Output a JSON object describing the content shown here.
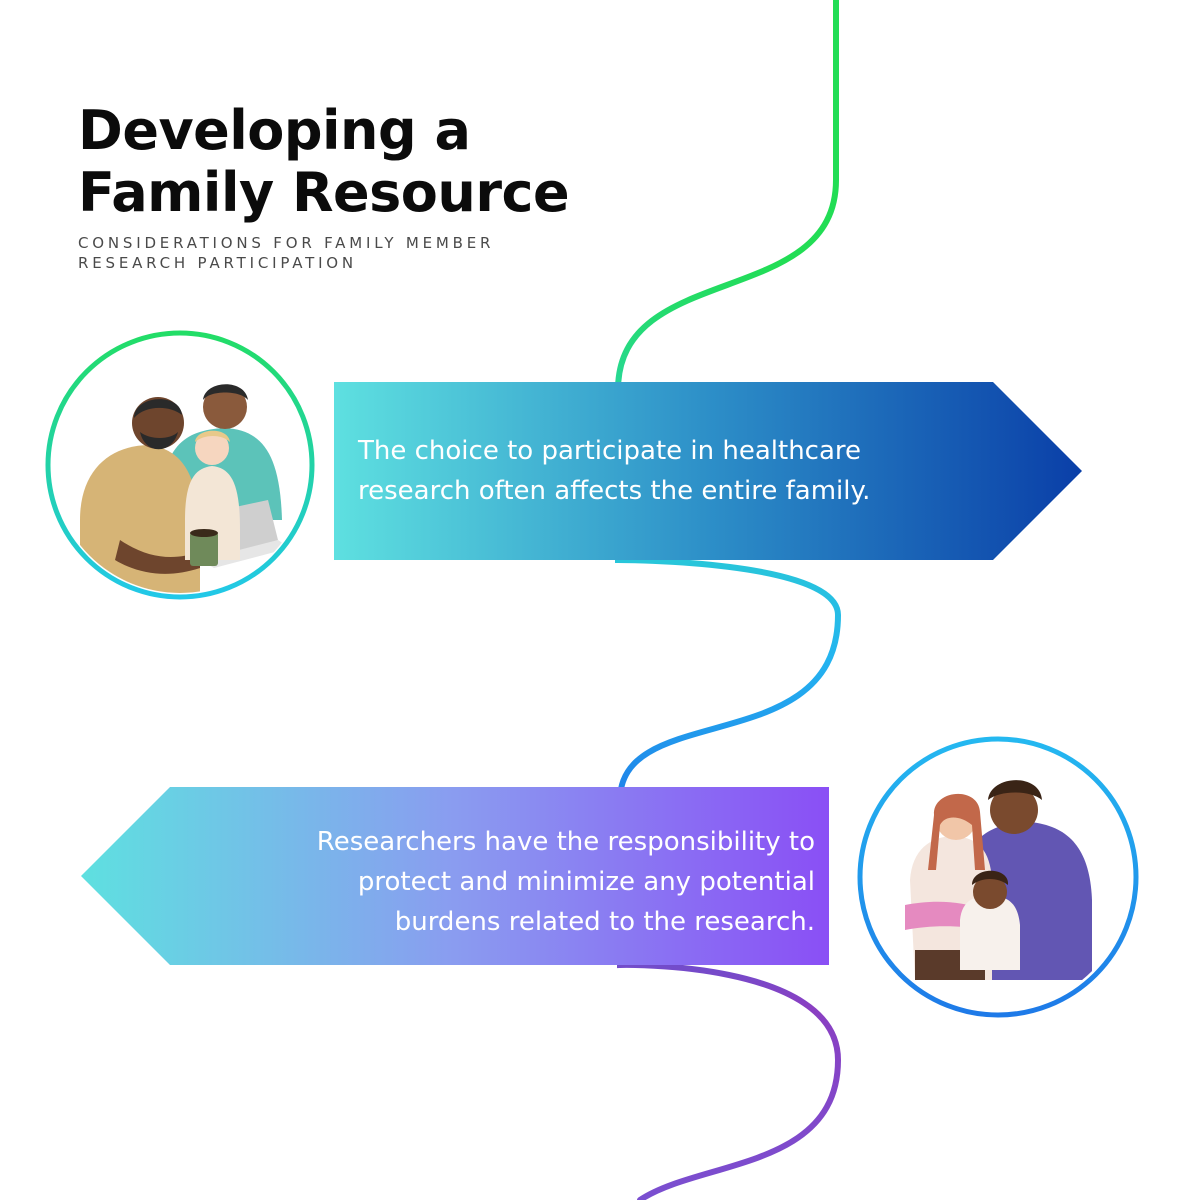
{
  "header": {
    "title_line1": "Developing a",
    "title_line2": "Family Resource",
    "subtitle_line1": "CONSIDERATIONS FOR FAMILY MEMBER",
    "subtitle_line2": "RESEARCH PARTICIPATION"
  },
  "steps": [
    {
      "text_line1": "The choice to participate in healthcare",
      "text_line2": "research often affects the entire family.",
      "illustration": "family-at-laptop-illustration"
    },
    {
      "text_line1": "Researchers have the responsibility to",
      "text_line2": "protect and minimize any potential",
      "text_line3": "burdens related to the research.",
      "illustration": "family-hug-illustration"
    }
  ],
  "colors": {
    "path_top": "#22dd55",
    "path_mid": "#2aa6f0",
    "path_bottom": "#8a3fc2",
    "arrow1_start": "#5ee0e0",
    "arrow1_end": "#0a3fa8",
    "arrow2_start": "#5ee0e0",
    "arrow2_end": "#8a4ff5"
  }
}
